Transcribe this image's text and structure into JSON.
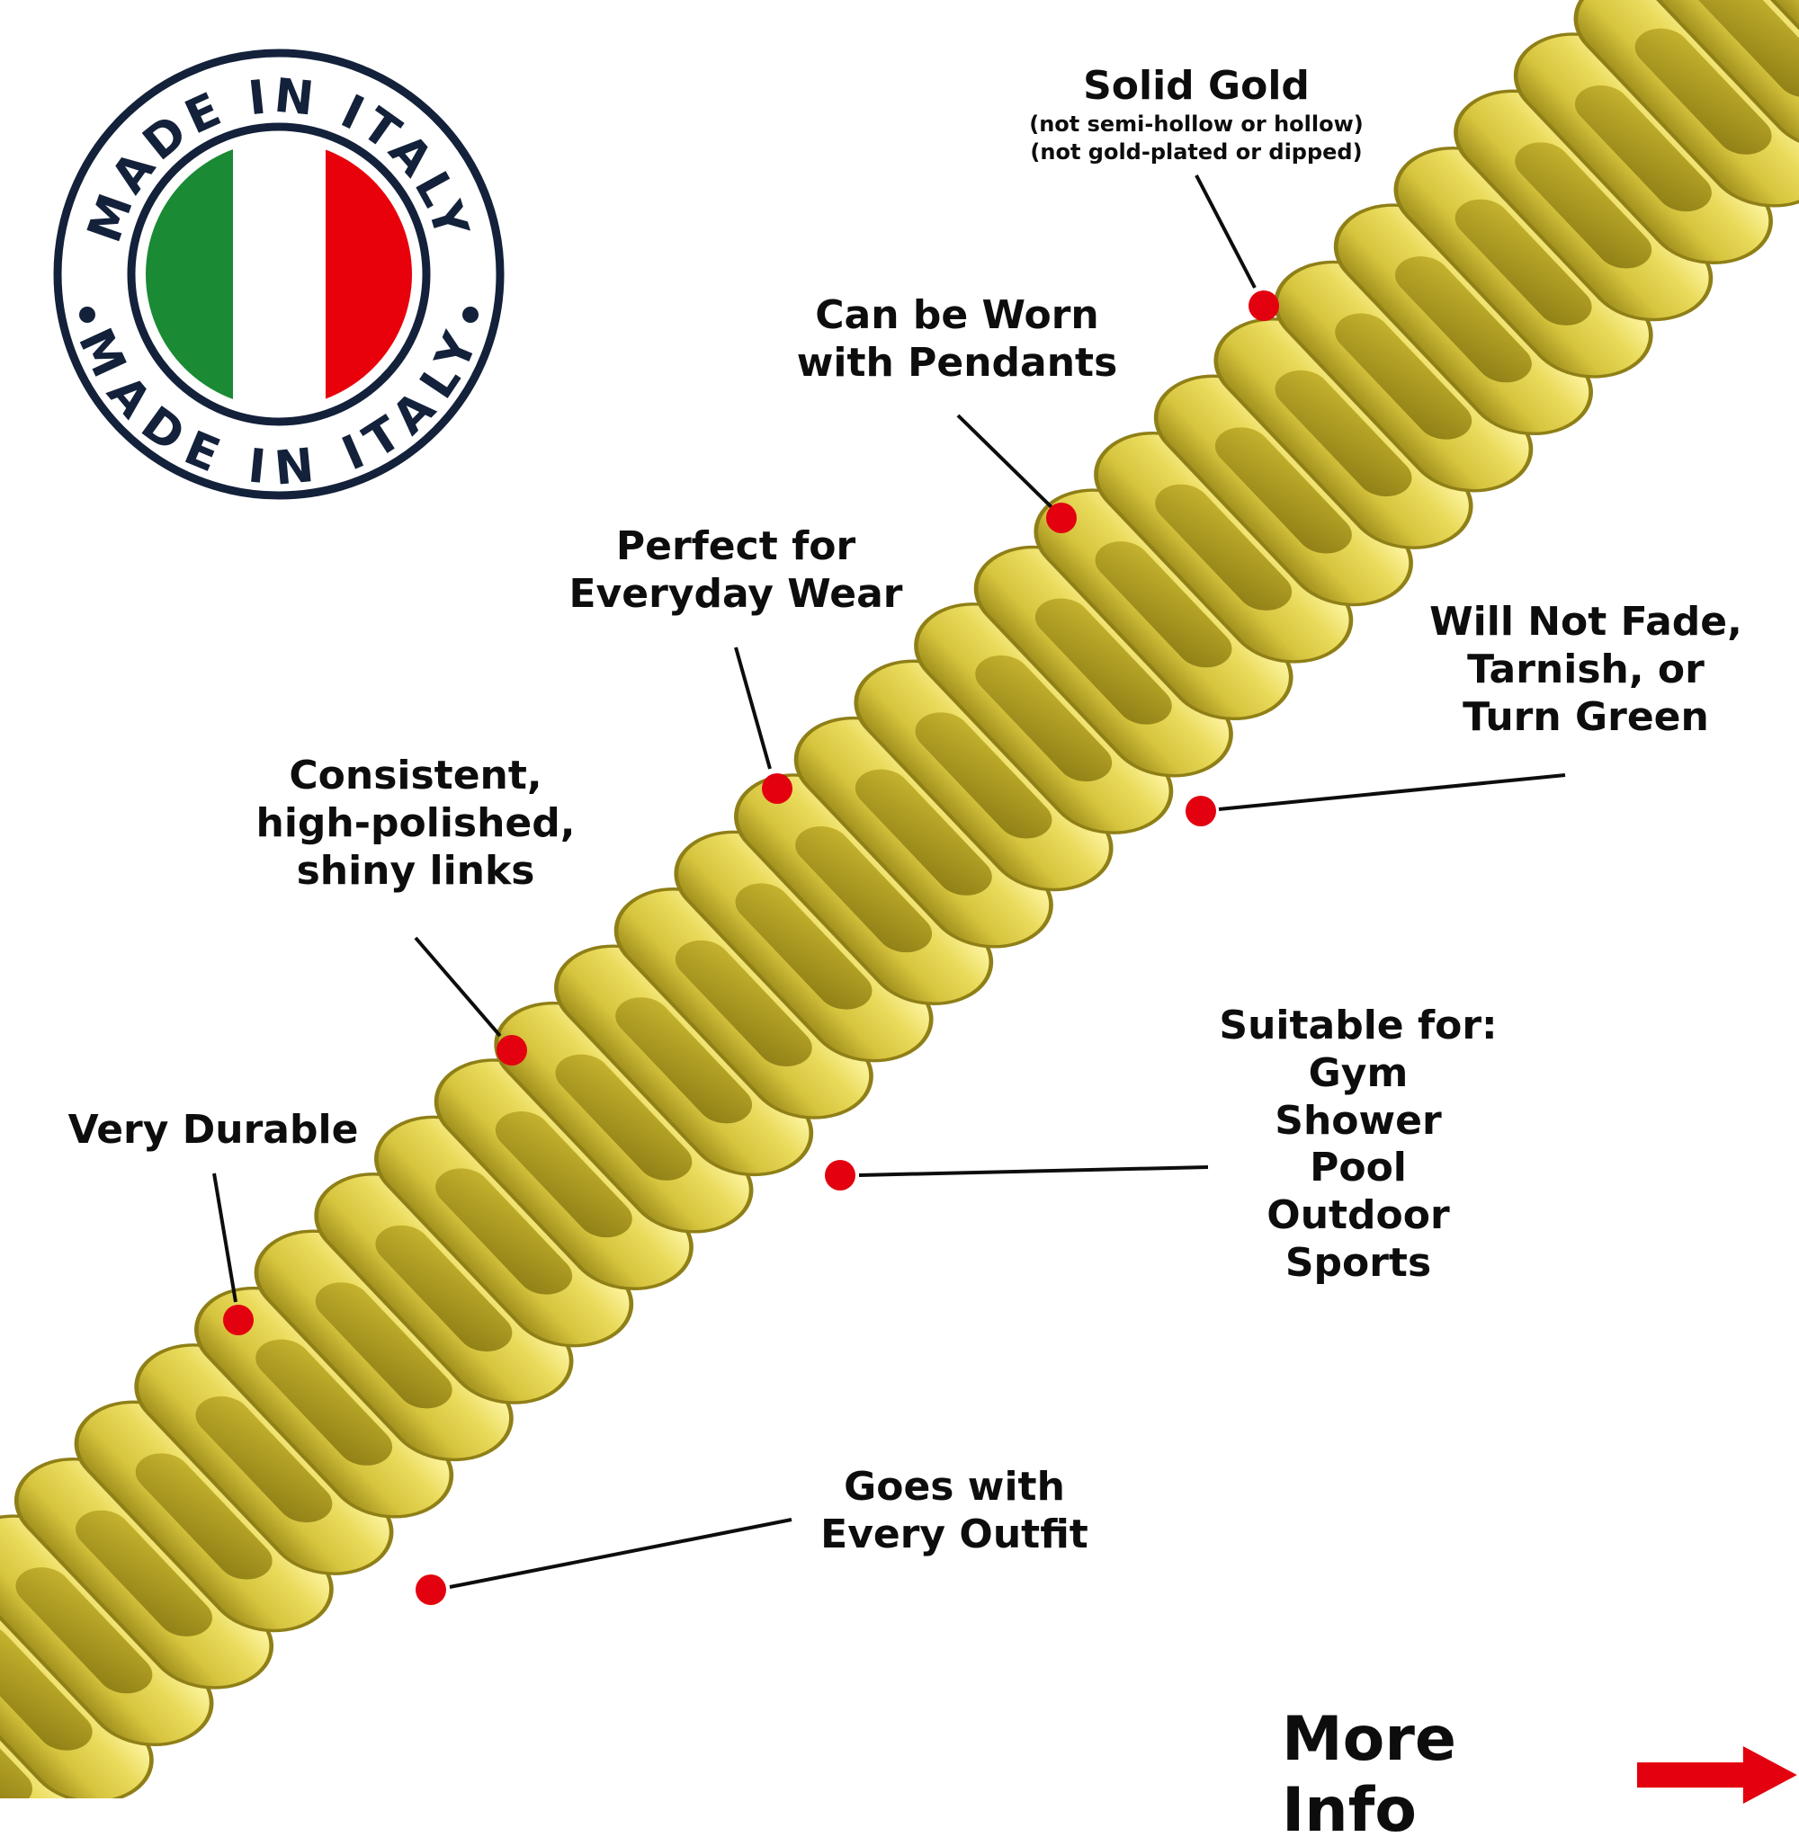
{
  "badge": {
    "top_text": "MADE IN ITALY",
    "bottom_text": "MADE IN ITALY",
    "flag_colors": [
      "#1a8a34",
      "#ffffff",
      "#e8000b"
    ],
    "ring_color": "#13213a"
  },
  "features": {
    "solid_gold": {
      "title": "Solid Gold",
      "notes": [
        "(not semi-hollow or hollow)",
        "(not gold-plated or dipped)"
      ]
    },
    "pendants": {
      "lines": [
        "Can be Worn",
        "with Pendants"
      ]
    },
    "everyday": {
      "lines": [
        "Perfect for",
        "Everyday Wear"
      ]
    },
    "no_fade": {
      "lines": [
        "Will Not Fade,",
        "Tarnish, or",
        "Turn Green"
      ]
    },
    "polished": {
      "lines": [
        "Consistent,",
        "high-polished,",
        "shiny links"
      ]
    },
    "durable": {
      "lines": [
        "Very Durable"
      ]
    },
    "suitable": {
      "lines": [
        "Suitable for:",
        "Gym",
        "Shower",
        "Pool",
        "Outdoor",
        "Sports"
      ]
    },
    "outfit": {
      "lines": [
        "Goes with",
        "Every Outfit"
      ]
    }
  },
  "more_info": {
    "label": "More Info"
  },
  "colors": {
    "gold": "#e6d65a",
    "gold_dark": "#a08f1c",
    "gold_light": "#fff7a8",
    "marker": "#e3000f",
    "arrow": "#e3000f",
    "text": "#0d0d0d"
  },
  "icons": {
    "badge": "made-in-italy-seal",
    "arrow": "right-arrow-icon"
  }
}
